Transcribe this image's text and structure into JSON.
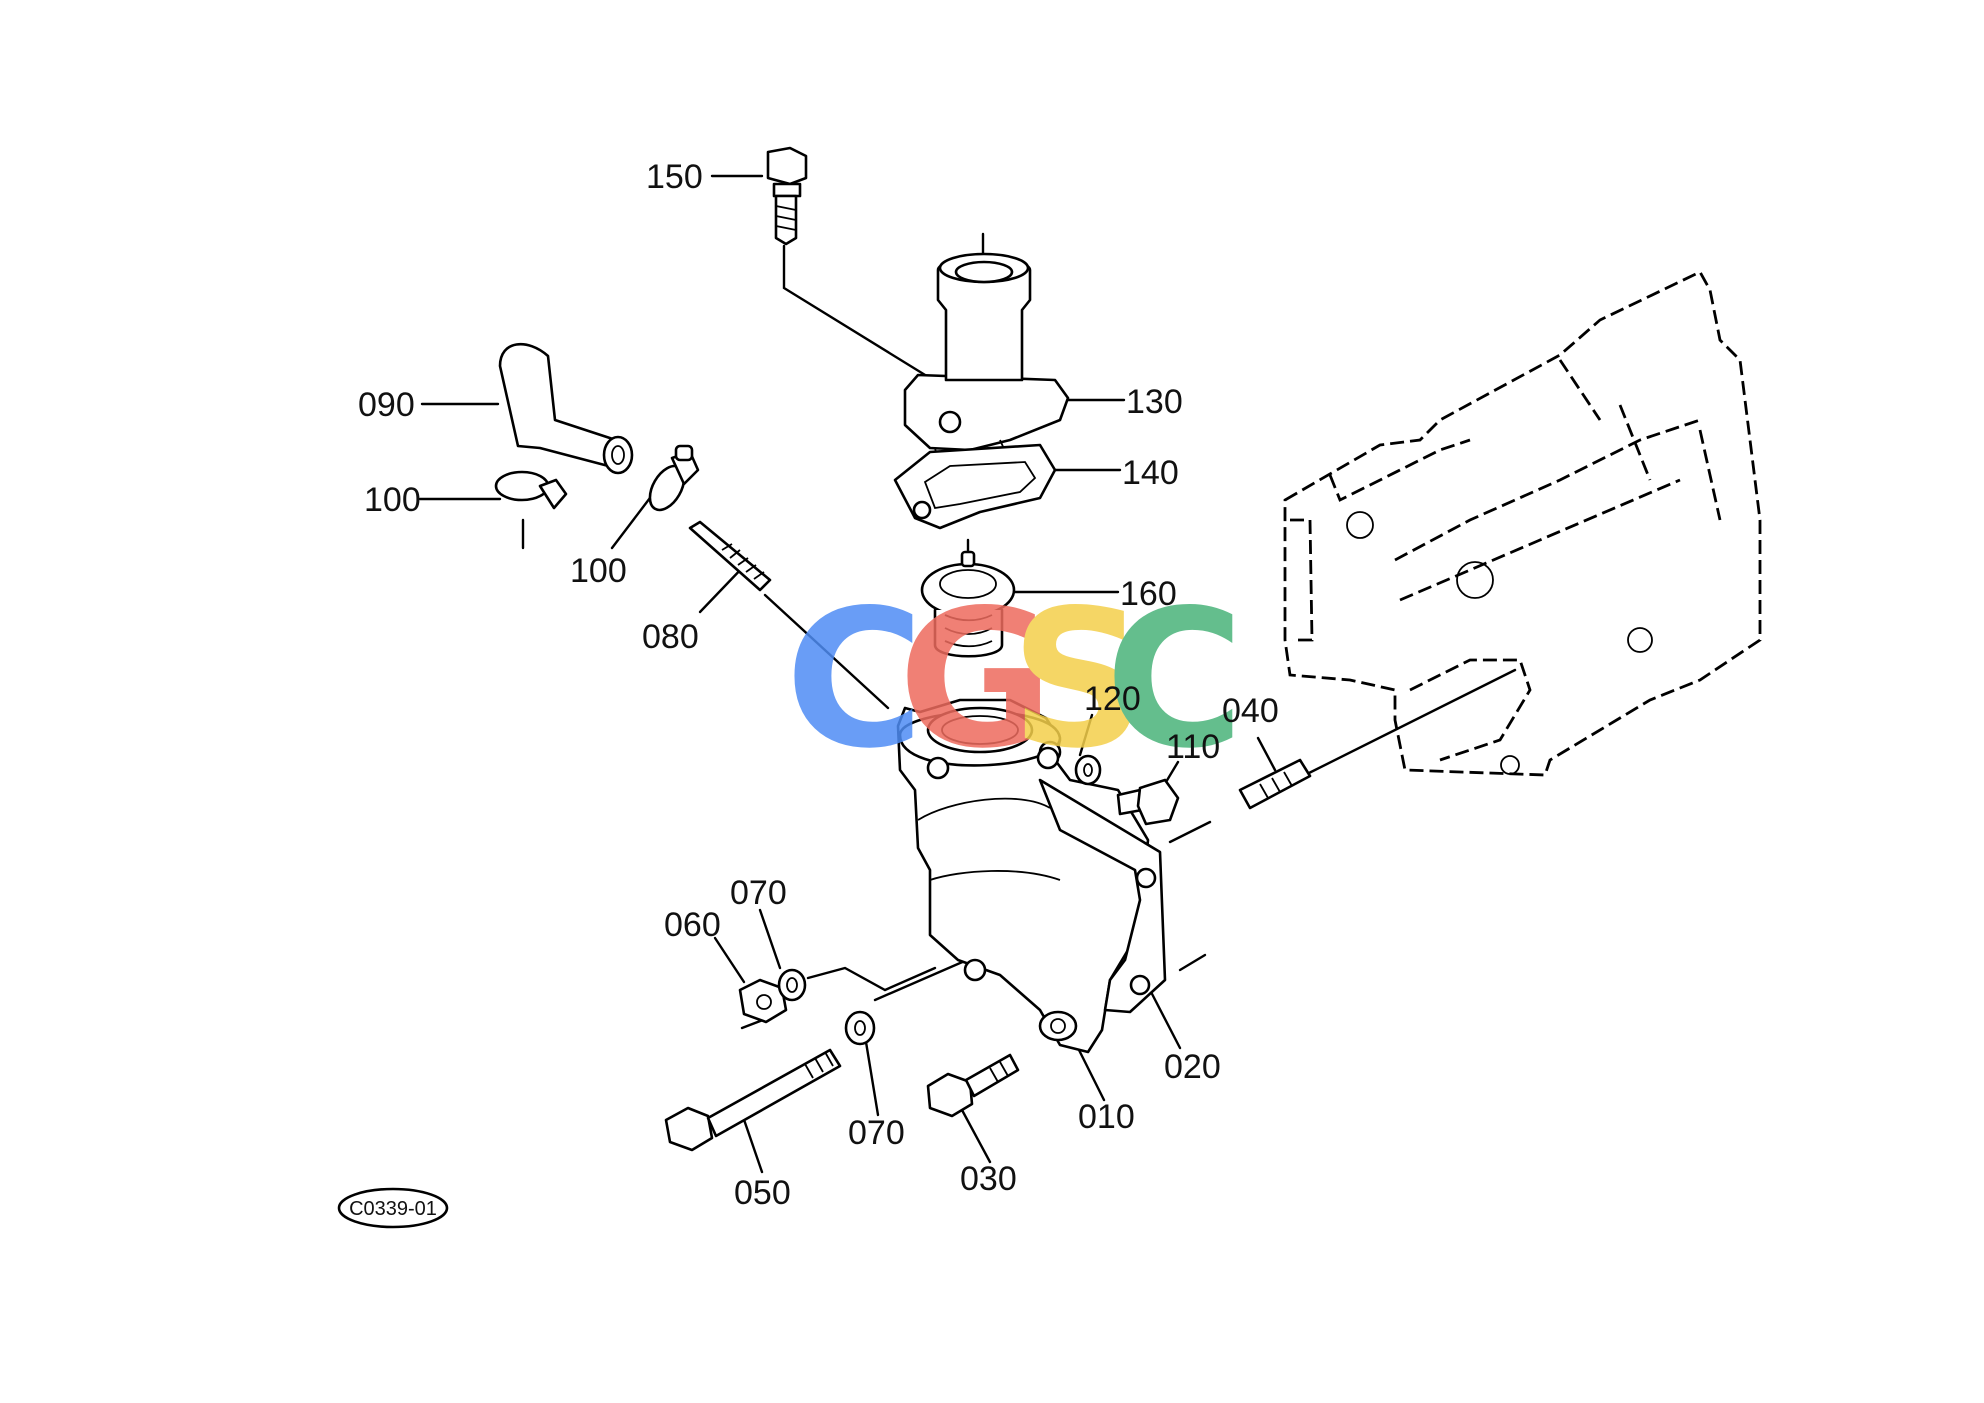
{
  "diagram": {
    "code": "C0339-01",
    "callouts": {
      "p010": "010",
      "p020": "020",
      "p030": "030",
      "p040": "040",
      "p050": "050",
      "p060": "060",
      "p070a": "070",
      "p070b": "070",
      "p080": "080",
      "p090": "090",
      "p100a": "100",
      "p100b": "100",
      "p110": "110",
      "p120": "120",
      "p130": "130",
      "p140": "140",
      "p150": "150",
      "p160": "160"
    }
  },
  "watermark": {
    "letters": [
      "C",
      "G",
      "S",
      "C"
    ],
    "colors": [
      "#4f8df5",
      "#ee6b5e",
      "#f4cf4b",
      "#49b37a"
    ]
  }
}
